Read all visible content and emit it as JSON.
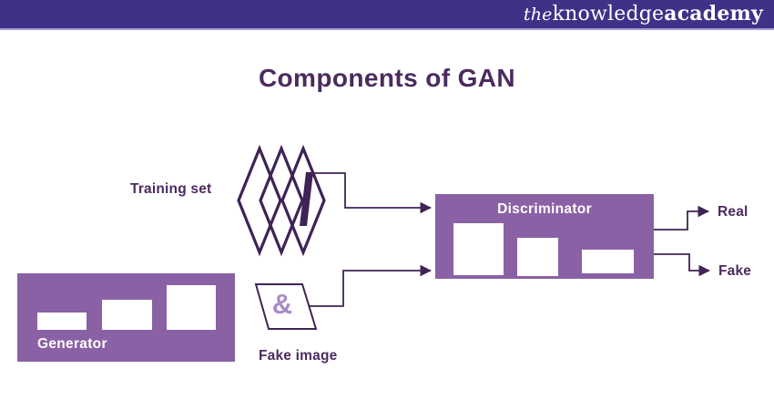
{
  "header": {
    "logo": {
      "the": "the",
      "knowledge": "knowledge",
      "academy": "academy"
    }
  },
  "title": "Components of GAN",
  "colors": {
    "header_bg": "#3E3187",
    "header_line": "#A59CD1",
    "title": "#4B2B60",
    "outline": "#3F2355",
    "box_fill": "#8A61A4",
    "accent_light": "#A98BC6",
    "white": "#FFFFFF"
  },
  "diagram": {
    "training_set_label": "Training set",
    "generator": {
      "label": "Generator"
    },
    "discriminator": {
      "label": "Discriminator"
    },
    "fake_image": {
      "label": "Fake image",
      "symbol": "&"
    },
    "outputs": {
      "real": "Real",
      "fake": "Fake"
    }
  }
}
